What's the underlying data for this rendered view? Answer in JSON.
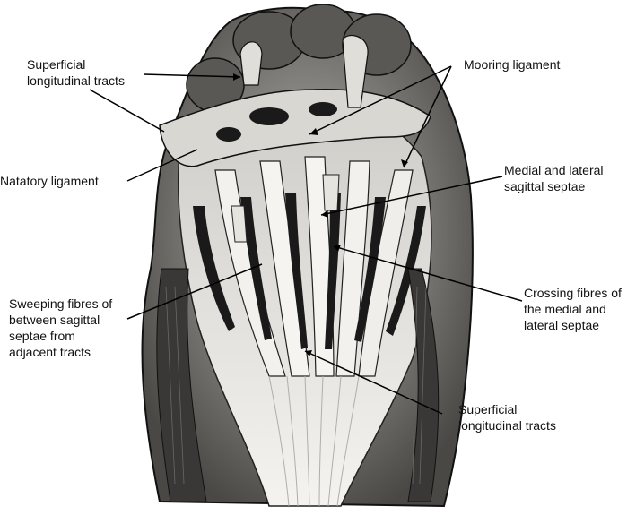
{
  "labels": [
    "Superficial\nlongitudinal tracts",
    "Natatory ligament",
    "Sweeping fibres of\nbetween sagittal\nseptae from\nadjacent tracts",
    "Mooring ligament",
    "Medial and lateral\nsagittal septae",
    "Crossing fibres of\nthe medial and\nlateral septae",
    "Superficial\nlongitudinal tracts"
  ],
  "colors": {
    "ink": "#111111",
    "shadow": "#1a1a1a",
    "tissue": "#e8e6e2",
    "mid": "#9a9894"
  }
}
